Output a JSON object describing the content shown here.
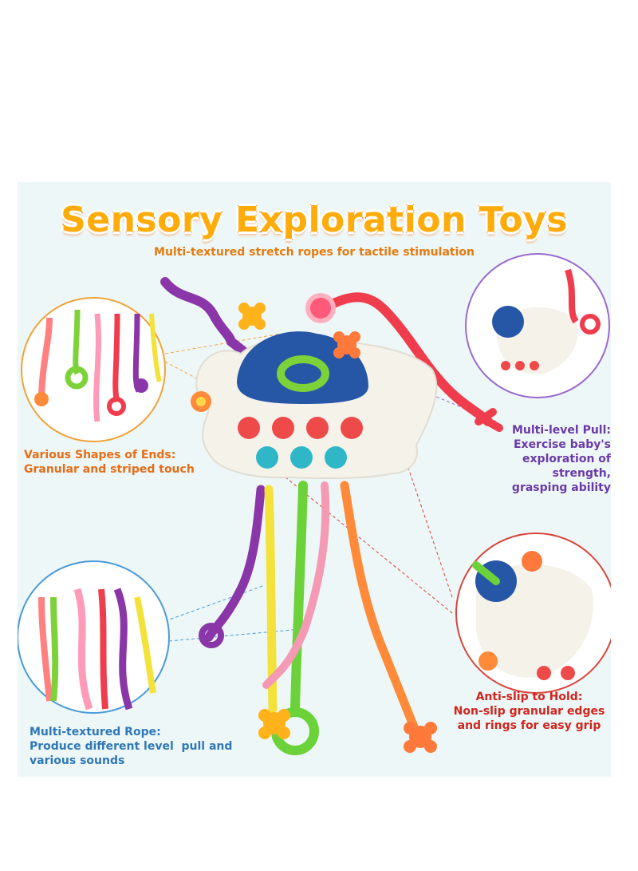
{
  "title": "Sensory Exploration Toys",
  "subtitle": "Multi-textured stretch ropes for tactile stimulation",
  "callouts": {
    "ends": {
      "line1": "Various Shapes of Ends:",
      "line2": "Granular and striped touch"
    },
    "pull": {
      "line1": "Multi-level Pull:",
      "line2": "Exercise baby's",
      "line3": "exploration of strength,",
      "line4": "grasping ability"
    },
    "grip": {
      "line1": "Anti-slip to Hold:",
      "line2": "Non-slip granular edges",
      "line3": "and rings for easy grip"
    },
    "rope": {
      "line1": "Multi-textured Rope:",
      "line2": "Produce different level  pull and",
      "line3": "various sounds"
    }
  },
  "colors": {
    "title_fill": "#ffab0a",
    "title_stroke": "#ff6a00",
    "ends_text": "#e66d16",
    "pull_text": "#6a3aa8",
    "grip_text": "#d1241c",
    "rope_text": "#2e78b8",
    "panel_bg": "#eef7f7"
  }
}
